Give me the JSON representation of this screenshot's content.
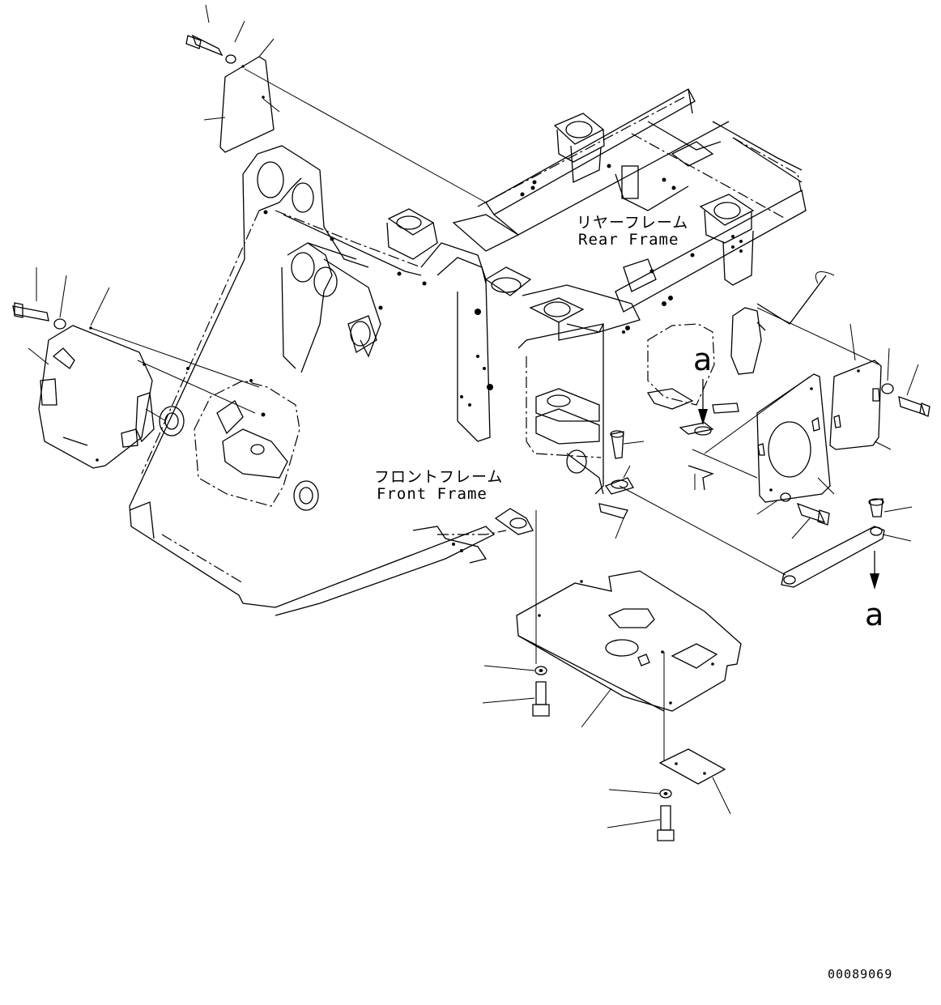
{
  "labels": {
    "rear_frame_jp": "リヤーフレーム",
    "rear_frame_en": "Rear Frame",
    "front_frame_jp": "フロントフレーム",
    "front_frame_en": "Front Frame",
    "view_ref_1": "a",
    "view_ref_2": "a",
    "drawing_number": "00089069"
  }
}
